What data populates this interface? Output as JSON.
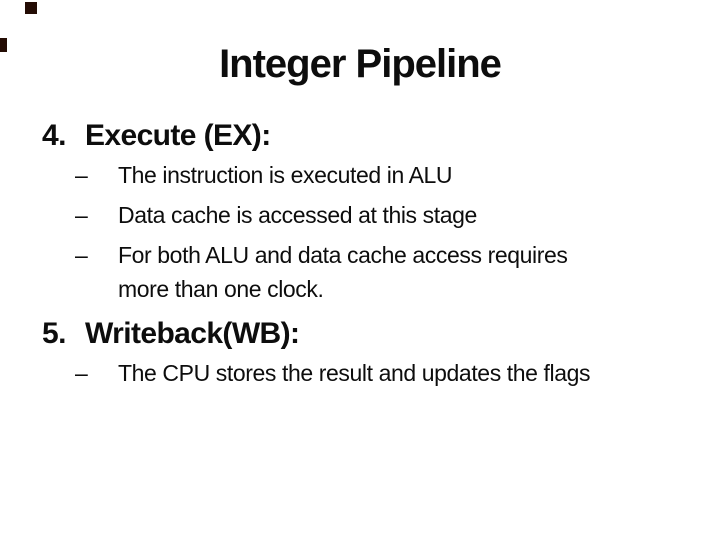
{
  "slide": {
    "title": "Integer Pipeline",
    "sections": [
      {
        "number": "4.",
        "heading": "Execute (EX):",
        "bullets": [
          {
            "marker": "–",
            "lines": [
              "The instruction is executed in ALU"
            ]
          },
          {
            "marker": "–",
            "lines": [
              "Data cache is accessed at this stage"
            ]
          },
          {
            "marker": "–",
            "lines": [
              "For both ALU and data cache access requires",
              "more than one clock."
            ]
          }
        ]
      },
      {
        "number": "5.",
        "heading": "Writeback(WB):",
        "bullets": [
          {
            "marker": "–",
            "lines": [
              "The CPU stores the result and updates the flags"
            ]
          }
        ]
      }
    ],
    "colors": {
      "background": "#ffffff",
      "text": "#0d0d0d",
      "decoration": "#240c04"
    }
  }
}
